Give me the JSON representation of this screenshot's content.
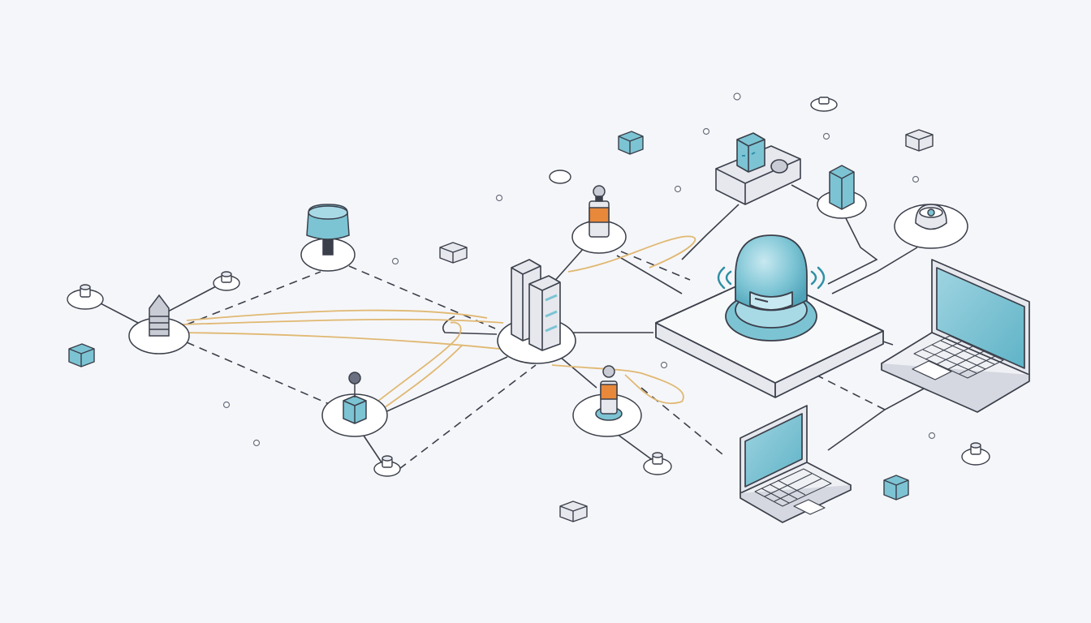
{
  "diagram": {
    "colors": {
      "background": "#f5f6f9",
      "stroke": "#3b3f4a",
      "accent_teal": "#7cc4d4",
      "accent_teal_dark": "#2f8fa5",
      "accent_orange": "#e8883a",
      "link_gold": "#e0b872",
      "node_fill": "#ffffff",
      "device_gray": "#e6e8ee"
    },
    "nodes": [
      {
        "name": "central-ai-hub",
        "icon": "dome-hub-icon"
      },
      {
        "name": "server-rack",
        "icon": "server-icon"
      },
      {
        "name": "laptop-large",
        "icon": "laptop-icon"
      },
      {
        "name": "laptop-small",
        "icon": "laptop-icon"
      },
      {
        "name": "base-station",
        "icon": "console-icon"
      },
      {
        "name": "lamp-node",
        "icon": "lamp-icon"
      },
      {
        "name": "tower-node",
        "icon": "tower-icon"
      },
      {
        "name": "beacon-top",
        "icon": "beacon-icon"
      },
      {
        "name": "beacon-bottom",
        "icon": "beacon-icon"
      },
      {
        "name": "joystick-node",
        "icon": "joystick-icon"
      },
      {
        "name": "router-cube",
        "icon": "cube-icon"
      },
      {
        "name": "sensor-dome",
        "icon": "sensor-icon"
      }
    ],
    "links": [
      {
        "from": "tower-node",
        "to": "server-rack",
        "style": "gold"
      },
      {
        "from": "lamp-node",
        "to": "server-rack",
        "style": "dashed"
      },
      {
        "from": "tower-node",
        "to": "joystick-node",
        "style": "dashed"
      },
      {
        "from": "joystick-node",
        "to": "server-rack",
        "style": "gold"
      },
      {
        "from": "server-rack",
        "to": "central-ai-hub",
        "style": "solid"
      },
      {
        "from": "beacon-top",
        "to": "central-ai-hub",
        "style": "solid"
      },
      {
        "from": "beacon-bottom",
        "to": "central-ai-hub",
        "style": "gold"
      },
      {
        "from": "central-ai-hub",
        "to": "laptop-large",
        "style": "solid"
      },
      {
        "from": "central-ai-hub",
        "to": "laptop-small",
        "style": "dashed"
      },
      {
        "from": "central-ai-hub",
        "to": "base-station",
        "style": "solid"
      },
      {
        "from": "router-cube",
        "to": "central-ai-hub",
        "style": "solid"
      },
      {
        "from": "sensor-dome",
        "to": "central-ai-hub",
        "style": "solid"
      }
    ]
  }
}
